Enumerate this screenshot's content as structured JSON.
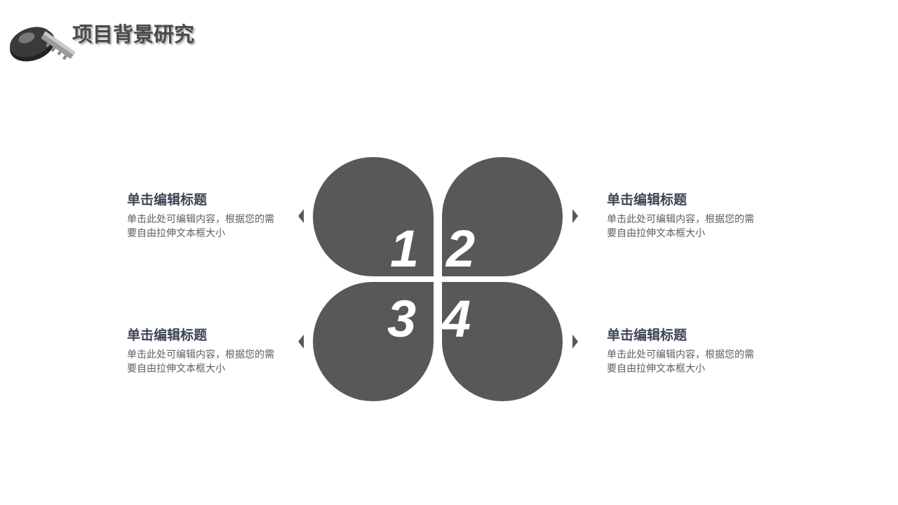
{
  "header": {
    "title": "项目背景研究"
  },
  "petals": [
    {
      "number": "1"
    },
    {
      "number": "2"
    },
    {
      "number": "3"
    },
    {
      "number": "4"
    }
  ],
  "items": [
    {
      "title": "单击编辑标题",
      "body": "单击此处可编辑内容，根据您的需要自由拉伸文本框大小"
    },
    {
      "title": "单击编辑标题",
      "body": "单击此处可编辑内容，根据您的需要自由拉伸文本框大小"
    },
    {
      "title": "单击编辑标题",
      "body": "单击此处可编辑内容，根据您的需要自由拉伸文本框大小"
    },
    {
      "title": "单击编辑标题",
      "body": "单击此处可编辑内容，根据您的需要自由拉伸文本框大小"
    }
  ],
  "colors": {
    "petal": "#58585a",
    "title_text": "#4a4a4a",
    "heading_text": "#3e4654",
    "body_text": "#5a5e66"
  },
  "icons": {
    "logo": "key-icon"
  }
}
